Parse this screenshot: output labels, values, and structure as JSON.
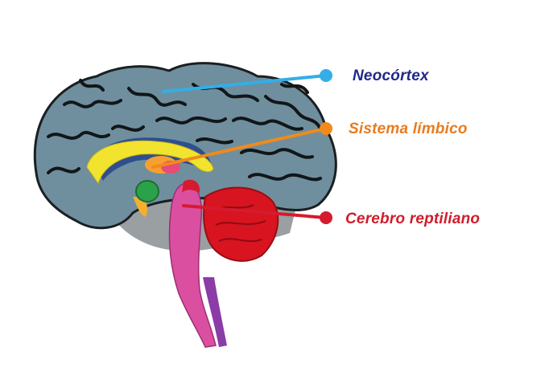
{
  "labels": {
    "neocortex": "Neocórtex",
    "limbic": "Sistema límbico",
    "reptilian": "Cerebro reptiliano"
  },
  "colors": {
    "neocortex": "#1f2a8a",
    "neocortex_line": "#33aee6",
    "limbic": "#e87c1e",
    "limbic_line": "#f08a1c",
    "reptilian": "#d01d2b",
    "reptilian_line": "#d51b2e",
    "cortex_fill": "#6f8f9e",
    "cerebellum": "#d7141f",
    "brainstem": "#db4fa1"
  },
  "icons": [
    "brain-illustration"
  ]
}
